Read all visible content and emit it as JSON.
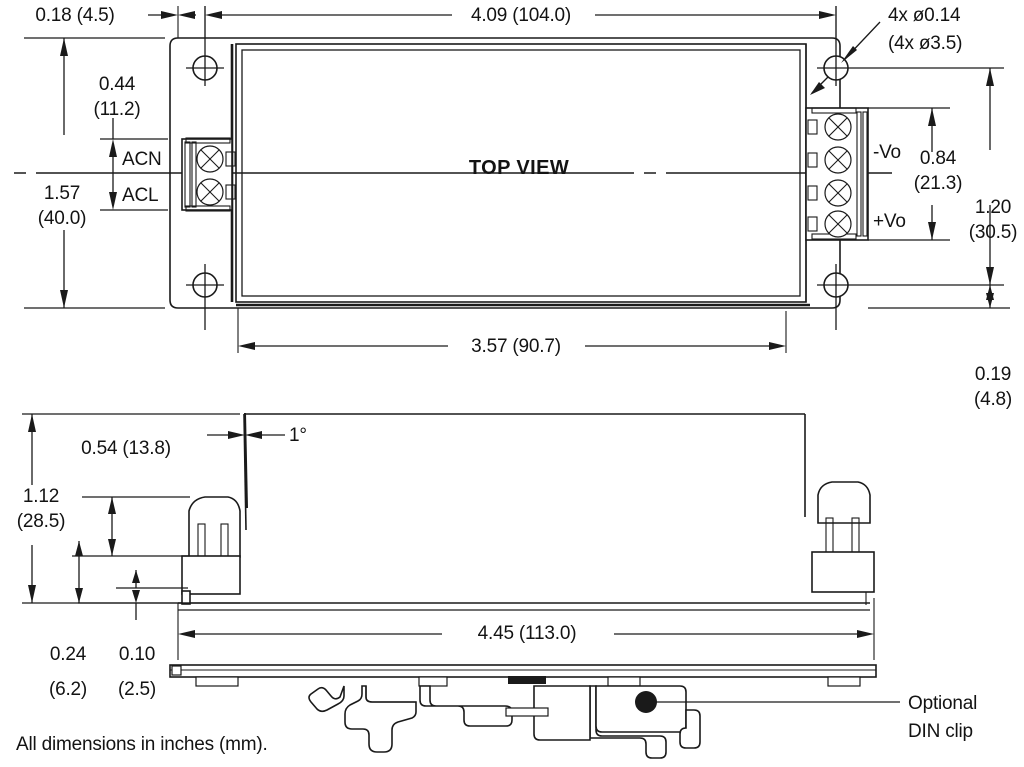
{
  "drawing": {
    "title_top_view": "TOP VIEW",
    "footer_note": "All dimensions in inches (mm).",
    "units_note": "inches (mm)"
  },
  "top_view": {
    "label": "TOP VIEW",
    "dimensions": {
      "flange_offset": "0.18 (4.5)",
      "overall_width": "4.09 (104.0)",
      "body_width": "3.57 (90.7)",
      "terminal_pitch_left": "0.44",
      "terminal_pitch_left_mm": "(11.2)",
      "overall_height": "1.57",
      "overall_height_mm": "(40.0)",
      "terminal_span_right": "0.84",
      "terminal_span_right_mm": "(21.3)",
      "mount_hole_span": "1.20",
      "mount_hole_span_mm": "(30.5)",
      "edge_to_hole": "0.19",
      "edge_to_hole_mm": "(4.8)"
    },
    "callouts": {
      "hole_spec_line1": "4x ø0.14",
      "hole_spec_line2": "(4x ø3.5)"
    },
    "terminal_labels_left": [
      "ACN",
      "ACL"
    ],
    "terminal_labels_right": [
      "-Vo",
      "+Vo"
    ]
  },
  "side_view": {
    "dimensions": {
      "overall_height": "1.12",
      "overall_height_mm": "(28.5)",
      "connector_height": "0.54 (13.8)",
      "base_step": "0.24",
      "base_step_mm": "(6.2)",
      "plate_thickness": "0.10",
      "plate_thickness_mm": "(2.5)",
      "overall_length": "4.45 (113.0)",
      "draft_angle": "1°"
    },
    "callouts": {
      "din_clip_line1": "Optional",
      "din_clip_line2": "DIN clip"
    }
  },
  "colors": {
    "line": "#1a1a1a",
    "background": "#ffffff",
    "text": "#131313"
  }
}
